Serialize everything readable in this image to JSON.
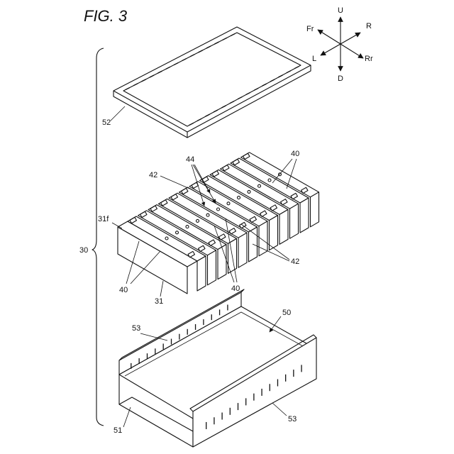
{
  "figure": {
    "title": "FIG. 3"
  },
  "directions": {
    "up": "U",
    "down": "D",
    "front": "Fr",
    "rear": "Rr",
    "left": "L",
    "right": "R"
  },
  "labels": {
    "bracket": "30",
    "upper_cover": "52",
    "module_face": "31f",
    "module_body": "31",
    "cells_top_right": "40",
    "cells_bottom_left": "40",
    "cells_bottom_mid": "40",
    "terminal_group": "44",
    "busbar_left": "42",
    "busbar_right": "42",
    "lower_case": "50",
    "side_wall_upper": "53",
    "side_wall_lower": "53",
    "case_bottom": "51"
  }
}
